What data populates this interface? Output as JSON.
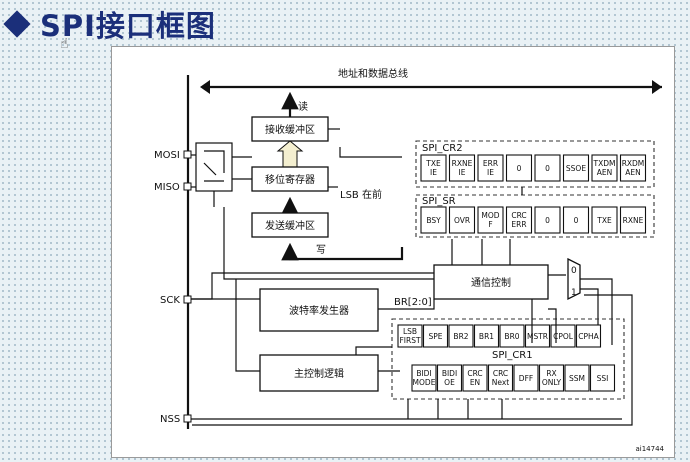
{
  "slide_title": "SPI接口框图",
  "diagram": {
    "bus_label": "地址和数据总线",
    "read_label": "读",
    "write_label": "写",
    "rx_buffer": "接收缓冲区",
    "shift_register": "移位寄存器",
    "lsb_first": "LSB 在前",
    "tx_buffer": "发送缓冲区",
    "comm_control": "通信控制",
    "baud_generator": "波特率发生器",
    "master_logic": "主控制逻辑",
    "br_label": "BR[2:0]",
    "pins": {
      "mosi": "MOSI",
      "miso": "MISO",
      "sck": "SCK",
      "nss": "NSS"
    },
    "mux_0": "0",
    "mux_1": "1",
    "cr2": {
      "name": "SPI_CR2",
      "bits": [
        "TXE IE",
        "RXNE IE",
        "ERR IE",
        "0",
        "0",
        "SSOE",
        "TXDM AEN",
        "RXDM AEN"
      ]
    },
    "sr": {
      "name": "SPI_SR",
      "bits": [
        "BSY",
        "OVR",
        "MOD F",
        "CRC ERR",
        "0",
        "0",
        "TXE",
        "RXNE"
      ]
    },
    "cr1": {
      "name": "SPI_CR1",
      "upper": [
        "LSB FIRST",
        "SPE",
        "BR2",
        "BR1",
        "BR0",
        "MSTR",
        "CPOL",
        "CPHA"
      ],
      "lower": [
        "BIDI MODE",
        "BIDI OE",
        "CRC EN",
        "CRC Next",
        "DFF",
        "RX ONLY",
        "SSM",
        "SSI"
      ]
    },
    "figure_id": "ai14744"
  }
}
